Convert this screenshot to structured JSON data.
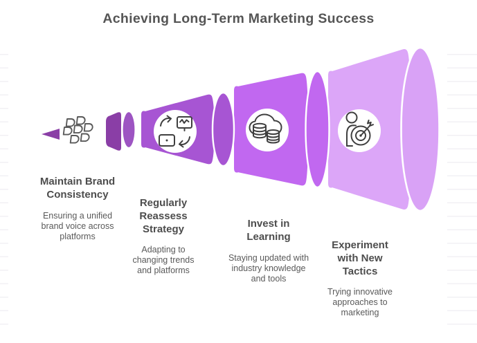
{
  "title": "Achieving Long-Term Marketing Success",
  "background": {
    "ruled_line_color": "#f2f0f4"
  },
  "text_colors": {
    "title": "#555555",
    "heading": "#4d4d4d",
    "body": "#595959"
  },
  "funnel": {
    "icon_stroke": "#3f3f3f",
    "blocks_icon_stroke": "#5a5a5a",
    "stages": [
      {
        "heading": "Maintain Brand Consistency",
        "description": "Ensuring a unified brand voice across platforms",
        "icon": "letter-blocks-icon",
        "color": "#8a3ea6",
        "cap_color": "#9d54c2"
      },
      {
        "heading": "Regularly Reassess Strategy",
        "description": "Adapting to changing trends and platforms",
        "icon": "device-sync-icon",
        "color": "#a755d3",
        "cap_color": "#a755d3"
      },
      {
        "heading": "Invest in Learning",
        "description": "Staying updated with industry knowledge and tools",
        "icon": "cloud-database-icon",
        "color": "#c168f0",
        "cap_color": "#c168f0"
      },
      {
        "heading": "Experiment with New Tactics",
        "description": "Trying innovative approaches to marketing",
        "icon": "person-target-icon",
        "color": "#dca6f8",
        "cap_color": "#d9a2f6"
      }
    ]
  }
}
